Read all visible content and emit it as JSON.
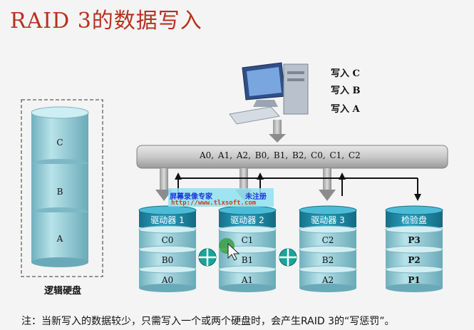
{
  "title": "RAID 3的数据写入",
  "writes": [
    "写入 C",
    "写入 B",
    "写入 A"
  ],
  "bus_text": "A0, A1, A2, B0, B1, B2, C0, C1, C2",
  "logical_disk": {
    "caption": "逻辑硬盘",
    "segments": [
      "C",
      "B",
      "A"
    ]
  },
  "drives": [
    {
      "header": "驱动器 1",
      "cells": [
        "C0",
        "B0",
        "A0"
      ]
    },
    {
      "header": "驱动器 2",
      "cells": [
        "C1",
        "B1",
        "A1"
      ]
    },
    {
      "header": "驱动器 3",
      "cells": [
        "C2",
        "B2",
        "A2"
      ]
    },
    {
      "header": "检验盘",
      "cells": [
        "P3",
        "P2",
        "P1"
      ]
    }
  ],
  "watermark": {
    "line1": "屏幕录像专家",
    "line2": "未注册",
    "url": "http://www.tlxsoft.com"
  },
  "note": "注：当新写入的数据较少，只需写入一个或两个硬盘时，会产生RAID 3的“写惩罚”。",
  "colors": {
    "title": "#b5321f",
    "cylinder": "#8ec9d4",
    "header": "#1f8aa6",
    "xor": "#1aa39b"
  }
}
